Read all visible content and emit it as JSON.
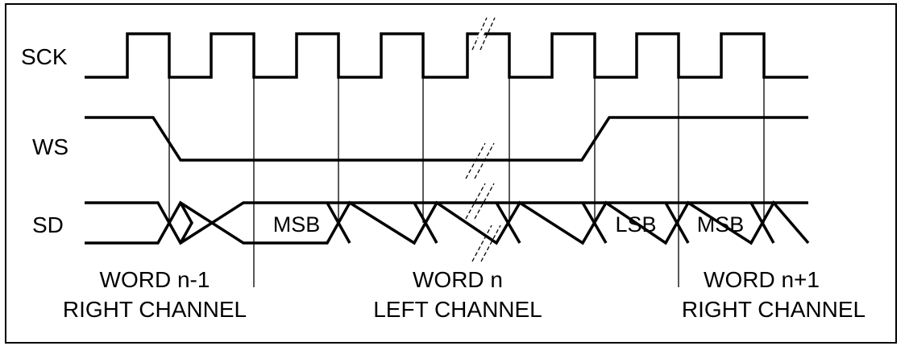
{
  "signals": {
    "sck": "SCK",
    "ws": "WS",
    "sd": "SD"
  },
  "cells": {
    "msb_1": "MSB",
    "lsb": "LSB",
    "msb_2": "MSB"
  },
  "words": {
    "prev": {
      "word": "WORD n-1",
      "channel": "RIGHT CHANNEL"
    },
    "curr": {
      "word": "WORD n",
      "channel": "LEFT CHANNEL"
    },
    "next": {
      "word": "WORD n+1",
      "channel": "RIGHT CHANNEL"
    }
  }
}
